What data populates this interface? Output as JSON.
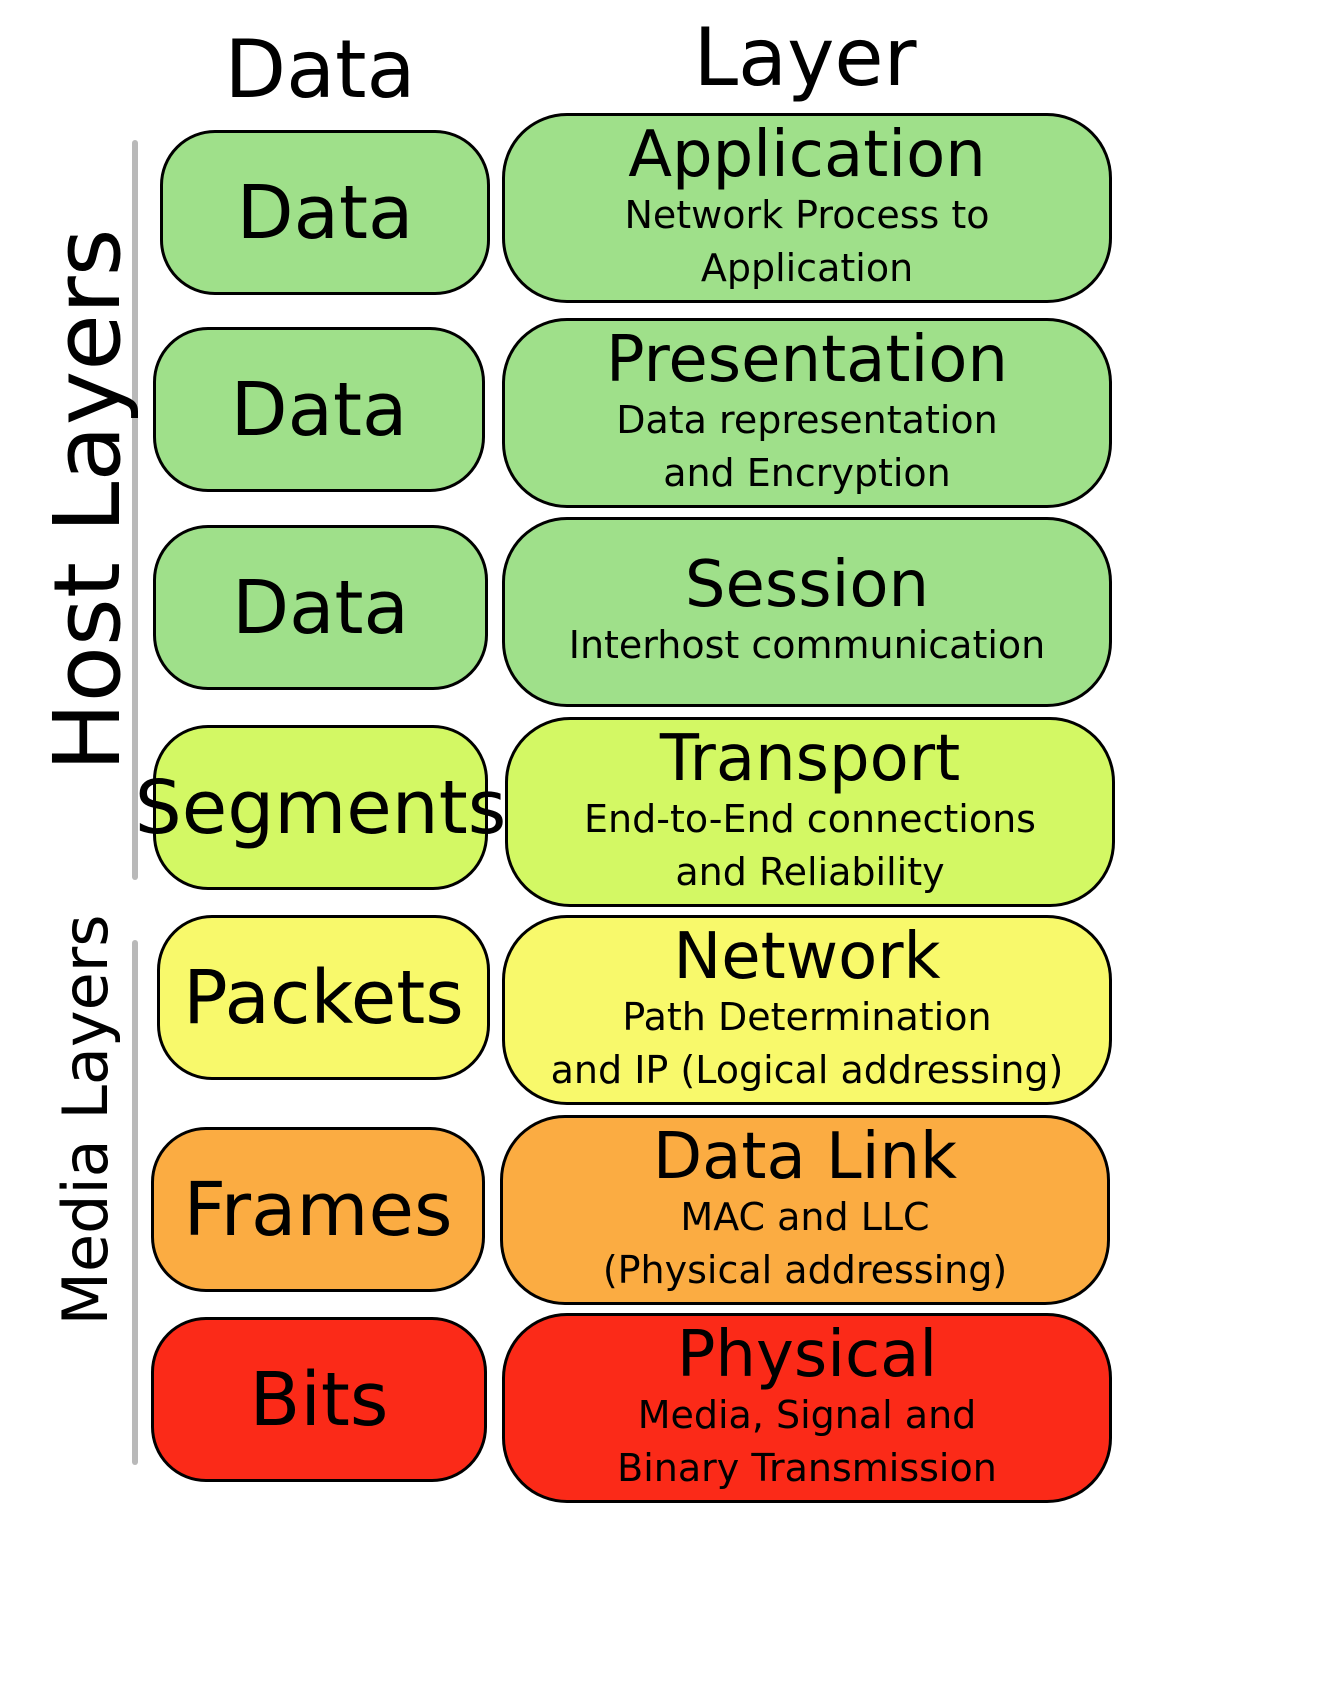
{
  "headers": {
    "data": "Data",
    "layer": "Layer"
  },
  "groups": {
    "host": "Host Layers",
    "media": "Media Layers"
  },
  "rows": [
    {
      "data_unit": "Data",
      "layer": "Application",
      "description": "Network Process to\nApplication",
      "color": "#9fe08a"
    },
    {
      "data_unit": "Data",
      "layer": "Presentation",
      "description": "Data representation\nand Encryption",
      "color": "#9fe08a"
    },
    {
      "data_unit": "Data",
      "layer": "Session",
      "description": "Interhost communication",
      "color": "#9fe08a"
    },
    {
      "data_unit": "Segments",
      "layer": "Transport",
      "description": "End-to-End connections\nand Reliability",
      "color": "#d3f864"
    },
    {
      "data_unit": "Packets",
      "layer": "Network",
      "description": "Path Determination\nand IP (Logical addressing)",
      "color": "#f8f96b"
    },
    {
      "data_unit": "Frames",
      "layer": "Data Link",
      "description": "MAC and LLC\n(Physical addressing)",
      "color": "#fbac42"
    },
    {
      "data_unit": "Bits",
      "layer": "Physical",
      "description": "Media, Signal and\nBinary Transmission",
      "color": "#fb2a18"
    }
  ]
}
